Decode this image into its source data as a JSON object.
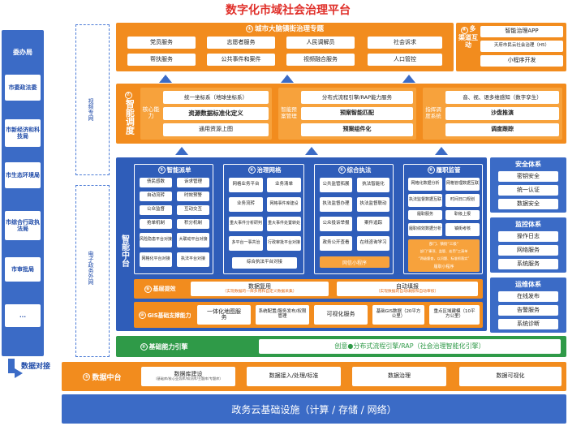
{
  "title": "数字化市域社会治理平台",
  "left_panel": {
    "header": "委办局",
    "items": [
      "市委政法委",
      "市新经济和科技局",
      "市生态环境局",
      "市综合行政执法局",
      "市审批局",
      "..."
    ]
  },
  "left_labels": {
    "video": "视频专网",
    "egov": "电子政务外网"
  },
  "data_connect": "数据对接",
  "top": {
    "num": "①",
    "title": "城市大脑镇街治理专题",
    "items": [
      "党员服务",
      "志愿者服务",
      "人民调解员",
      "社会诉求",
      "帮扶服务",
      "公共事件和案件",
      "视频融合服务",
      "人口管控"
    ]
  },
  "multi": {
    "num": "⑧",
    "title": "多渠道互动",
    "items": [
      "智能治理APP",
      "天府市民云社会治理（H5）",
      "小程序开发"
    ]
  },
  "scheduling": {
    "num": "⑦",
    "title": "智能调度",
    "g1_label": "核心能力",
    "g1_items": [
      "统一坐标系（地球坐标系）",
      "资源数据标准化定义",
      "通用资源上图"
    ],
    "g2_label": "智能预案管理",
    "g2_items": [
      "分布式流程引擎/RAP能力服务",
      "预案智能匹配",
      "预案组件化"
    ],
    "g3_label": "指挥调度系统",
    "g3_items": [
      "音、视、语多维感知（数字孪生）",
      "沙盘推演",
      "调度跟踪"
    ]
  },
  "center": {
    "title": "智能中台",
    "dispatch": {
      "num": "③",
      "title": "智能派单",
      "items": [
        "债民感数",
        "诉求管理",
        "自动流转",
        "时效预警",
        "公众监督",
        "互动交互",
        "抢单机制",
        "积分机制",
        "风险隐患平台对接",
        "大联动平台对接",
        "网格化平台对接",
        "执法平台对接"
      ]
    },
    "grid": {
      "num": "④",
      "title": "治理网格",
      "items": [
        "网格业务平台",
        "业务清单",
        "业务流转",
        "网格事件库建设",
        "重大事件分析研判",
        "重大事件处置转处",
        "多平台一事共治",
        "行政审批平台对接",
        "综合执法平台对接"
      ]
    },
    "law": {
      "num": "⑤",
      "title": "综合执法",
      "items": [
        "公共监管拓展",
        "执法智能化",
        "执法监督办理",
        "执法监督联动",
        "公众投诉举报",
        "案件追踪",
        "政务公开查看",
        "在线咨询学习",
        "网信小程序"
      ]
    },
    "duty": {
      "num": "⑥",
      "title": "履职监管",
      "items": [
        "网格化数据分析",
        "网格管理数据互联",
        "执法监督数据互联",
        "时间日口规划",
        "履职服务",
        "职级上报",
        "履职绩效数据分析",
        "镇街考核",
        "部门、镇街“三级”",
        "部门“事项、监管、处罚”三清单",
        "“两级督查，以问题、标准抓落实”",
        "履职小程序"
      ]
    },
    "analysis": {
      "num": "⑨",
      "title": "基层提效",
      "items": [
        "数据复用",
        "（实现数据的一库多用和自定义数据采集）",
        "自动填报",
        "（实现数据的自动填报和自动审核）"
      ]
    },
    "gis": {
      "num": "⑩",
      "title": "GIS基础支撑能力",
      "items": [
        "一体化地图服务",
        "系统配置/服务发布/权限管理",
        "可视化服务",
        "基础GIS数据（20平方公里）",
        "重点区域建模（10平方公里）"
      ]
    }
  },
  "base_engine": {
    "num": "②",
    "title": "基础能力引擎",
    "content": "创意●分布式流程引擎/RAP（社会治理智能化引擎）"
  },
  "right": {
    "security": {
      "title": "安全体系",
      "items": [
        "密钥安全",
        "统一认证",
        "数据安全"
      ]
    },
    "monitor": {
      "title": "监控体系",
      "items": [
        "操作日志",
        "网络服务",
        "系统服务"
      ]
    },
    "ops": {
      "title": "运维体系",
      "items": [
        "在线发布",
        "告警服务",
        "系统诊断"
      ]
    }
  },
  "data_platform": {
    "num": "①",
    "title": "数据中台",
    "items": [
      "数据库建设",
      "（基础库/核心业务库/知识库/主题库/专题库）",
      "数据接入/处理/标准",
      "数据治理",
      "数据可视化"
    ]
  },
  "bottom": "政务云基础设施（计算 / 存储 / 网络）",
  "colors": {
    "orange": "#f28c1e",
    "blue": "#3b6bc6",
    "green": "#2f9a48",
    "title_red": "#e0302a"
  }
}
